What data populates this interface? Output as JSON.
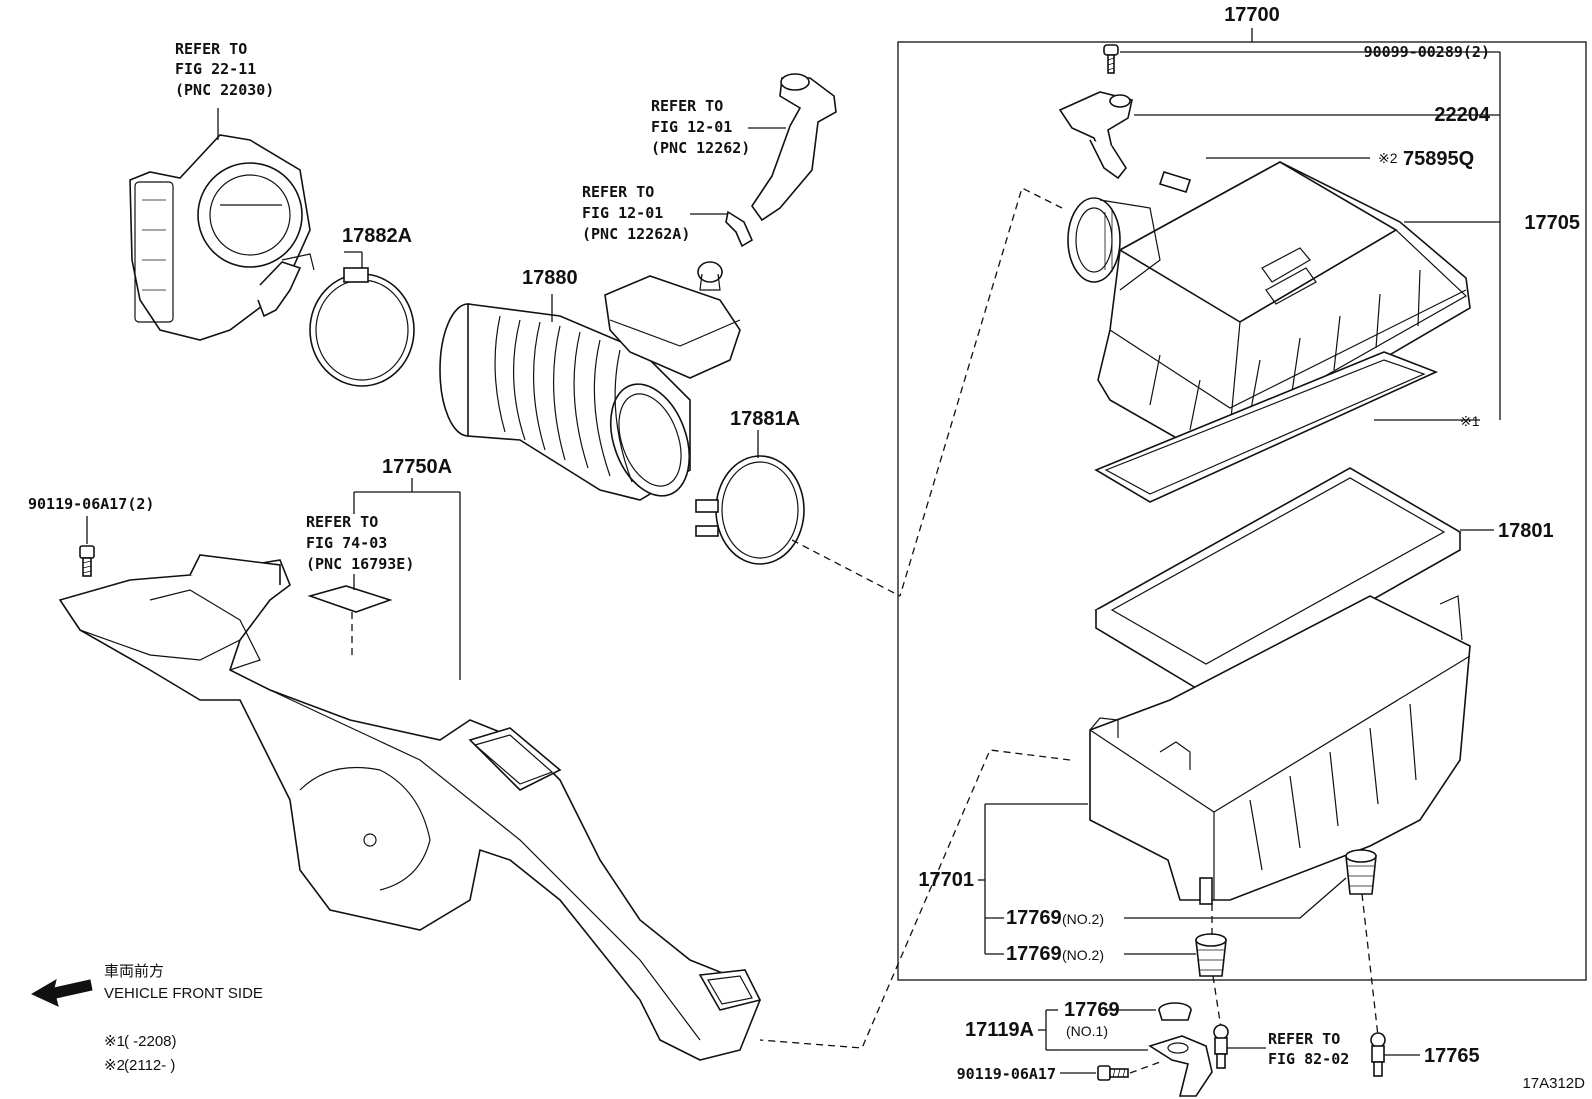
{
  "callouts": {
    "assy_17700": "17700",
    "bolt_90099": "90099-00289(2)",
    "sensor_22204": "22204",
    "label_75895q": "75895Q",
    "mark_2": "※2",
    "cap_17705": "17705",
    "mark_1": "※1",
    "element_17801": "17801",
    "case_17701": "17701",
    "grommet_17769_no2_a": "17769",
    "grommet_17769_no2_b": "17769",
    "no2_a": "(NO.2)",
    "no2_b": "(NO.2)",
    "grommet_17769_no1": "17769",
    "no1": "(NO.1)",
    "bracket_17119a": "17119A",
    "bolt_90119_bottom": "90119-06A17",
    "stud_17765": "17765",
    "clamp_17882a": "17882A",
    "hose_17880": "17880",
    "clamp_17881a": "17881A",
    "duct_17750a": "17750A",
    "bolt_90119_left": "90119-06A17(2)",
    "fig_code": "17A312D"
  },
  "refers": {
    "throttle": [
      "REFER TO",
      "FIG 22-11",
      "(PNC 22030)"
    ],
    "hose_1262": [
      "REFER TO",
      "FIG 12-01",
      "(PNC 12262)"
    ],
    "clip_12262a": [
      "REFER TO",
      "FIG 12-01",
      "(PNC 12262A)"
    ],
    "label_16793e": [
      "REFER TO",
      "FIG 74-03",
      "(PNC 16793E)"
    ],
    "fig_82": [
      "REFER TO",
      "FIG 82-02"
    ]
  },
  "legend": {
    "front_jp": "車両前方",
    "front_en": "VEHICLE FRONT SIDE",
    "note1_mark": "※1",
    "note1_text": "(       -2208)",
    "note2_mark": "※2",
    "note2_text": "(2112-       )"
  }
}
